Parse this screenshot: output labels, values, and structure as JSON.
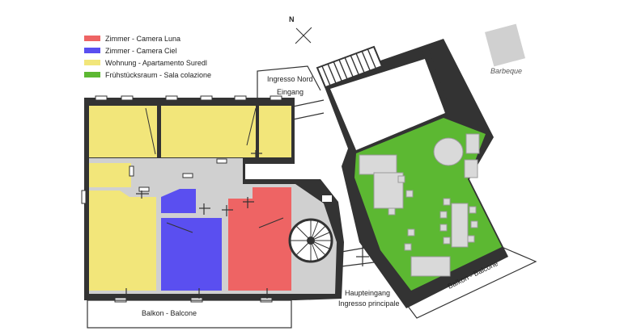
{
  "compass": {
    "label": "N"
  },
  "legend": [
    {
      "label": "Zimmer - Camera   Luna",
      "color": "#ee6464"
    },
    {
      "label": "Zimmer - Camera   Ciel",
      "color": "#5a4ff0"
    },
    {
      "label": "Wohnung - Apartamento   Suredl",
      "color": "#f2e67a"
    },
    {
      "label": "Frühstücksraum - Sala colazione",
      "color": "#5cb832"
    }
  ],
  "labels": {
    "north_entrance_line1": "Ingresso Nord",
    "north_entrance_line2": "Eingang",
    "barbeque": "Barbeque",
    "balcony_left": "Balkon - Balcone",
    "balcony_right": "Balkon - Balcone",
    "main_entrance_line1": "Haupteingang",
    "main_entrance_line2": "Ingresso principale"
  },
  "colors": {
    "wall": "#333333",
    "floor_gray": "#d0d0d0",
    "yellow": "#f2e67a",
    "blue": "#5a4ff0",
    "red": "#ee6464",
    "green": "#5cb832",
    "furniture": "#d9d9d9"
  }
}
